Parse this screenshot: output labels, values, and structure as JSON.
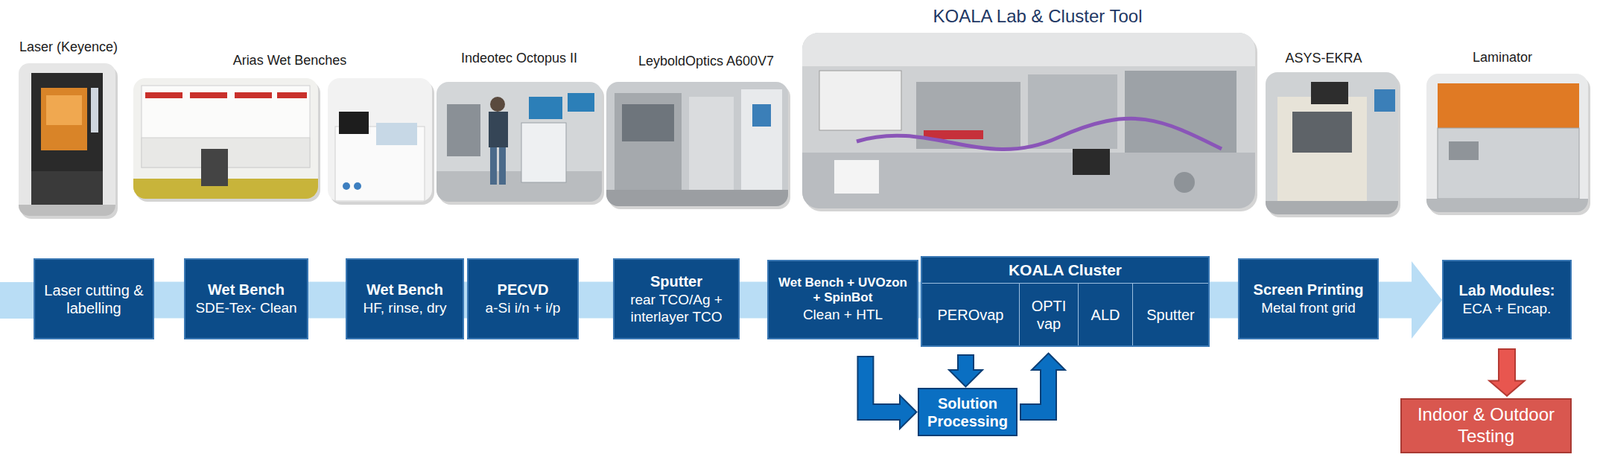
{
  "diagram": {
    "nodes": [
      {
        "text": [
          "Laser cutting & labelling"
        ]
      },
      {
        "text": [
          "Wet Bench",
          "SDE-Tex- Clean"
        ]
      },
      {
        "text": [
          "Wet Bench",
          "HF, rinse, dry"
        ]
      },
      {
        "text": [
          "PECVD",
          "a-Si i/n + i/p"
        ]
      },
      {
        "text": [
          "Sputter",
          "rear TCO/Ag + interlayer TCO"
        ]
      },
      {
        "text": [
          "Wet Bench + UVOzon + SpinBot",
          "Clean + HTL"
        ]
      },
      {
        "text": [
          "KOALA Cluster"
        ]
      },
      {
        "text": [
          "PEROvap"
        ],
        "in": 6
      },
      {
        "text": [
          "OPTI vap"
        ],
        "in": 6
      },
      {
        "text": [
          "ALD"
        ],
        "in": 6
      },
      {
        "text": [
          "Sputter"
        ],
        "in": 6
      },
      {
        "text": [
          "Solution Processing"
        ]
      },
      {
        "text": [
          "Screen Printing",
          "Metal front grid"
        ]
      },
      {
        "text": [
          "Lab Modules:",
          "ECA + Encap."
        ]
      },
      {
        "text": [
          "Indoor & Outdoor Testing"
        ]
      }
    ],
    "edges": [
      {
        "from": 0,
        "to": 1,
        "arrow": "none"
      },
      {
        "from": 1,
        "to": 2,
        "arrow": "none"
      },
      {
        "from": 2,
        "to": 3,
        "arrow": "none"
      },
      {
        "from": 3,
        "to": 4,
        "arrow": "none"
      },
      {
        "from": 4,
        "to": 5,
        "arrow": "none"
      },
      {
        "from": 5,
        "to": 6,
        "arrow": "none"
      },
      {
        "from": 6,
        "to": 12,
        "arrow": "none"
      },
      {
        "from": 12,
        "to": 13,
        "arrow": "to"
      },
      {
        "from": 5,
        "to": 11,
        "arrow": "to"
      },
      {
        "from": 7,
        "to": 11,
        "arrow": "to"
      },
      {
        "from": 11,
        "to": 8,
        "arrow": "to"
      },
      {
        "from": 13,
        "to": 14,
        "arrow": "to"
      }
    ],
    "labels": [
      "Laser (Keyence)",
      "Arias Wet Benches",
      "Indeotec Octopus II",
      "LeyboldOptics A600V7",
      "KOALA Lab & Cluster Tool",
      "ASYS-EKRA",
      "Laminator"
    ]
  }
}
